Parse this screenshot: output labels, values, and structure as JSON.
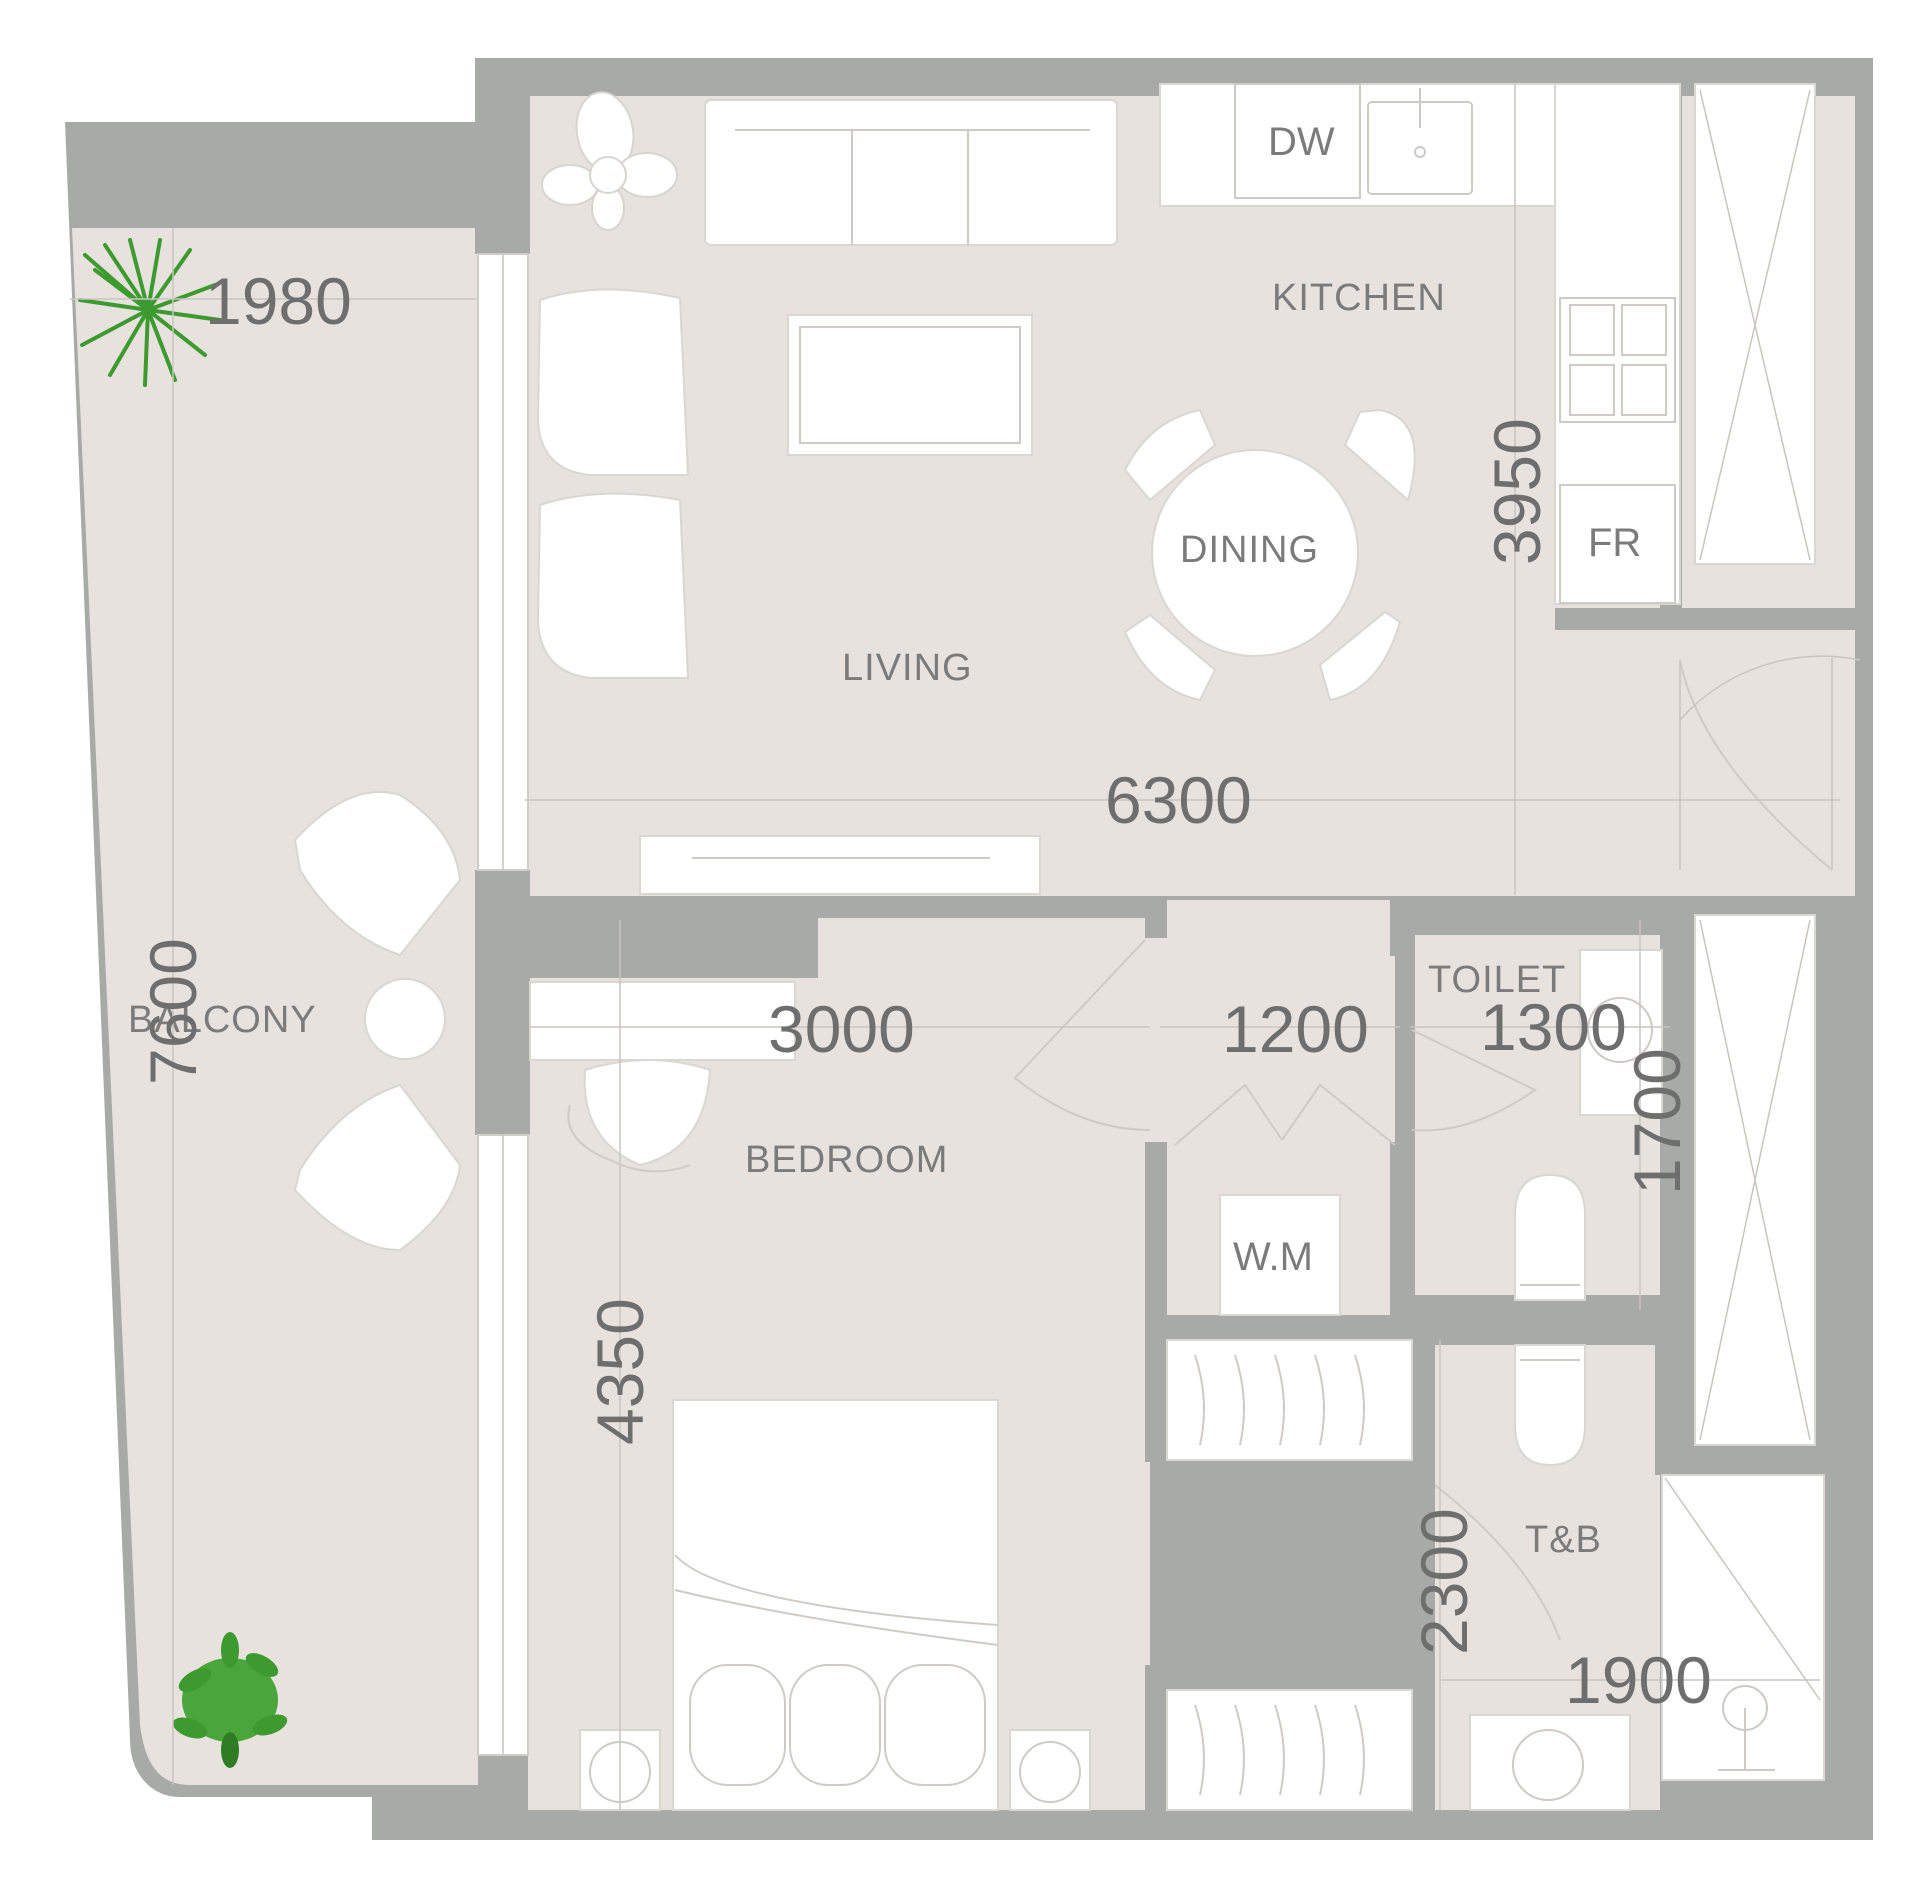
{
  "rooms": {
    "kitchen": "KITCHEN",
    "dining": "DINING",
    "living": "LIVING",
    "balcony": "BALCONY",
    "bedroom": "BEDROOM",
    "toilet": "TOILET",
    "tb": "T&B"
  },
  "appliances": {
    "dishwasher": "DW",
    "fridge": "FR",
    "washing_machine": "W.M"
  },
  "dimensions": {
    "balcony_width": "1980",
    "balcony_length": "7600",
    "kitchen_depth": "3950",
    "living_width": "6300",
    "bedroom_width": "3000",
    "corridor_width": "1200",
    "toilet_width": "1300",
    "toilet_depth": "1700",
    "bedroom_depth": "4350",
    "tb_depth": "2300",
    "tb_width": "1900"
  },
  "colors": {
    "wall": "#a8aaa8",
    "floor": "#e7e2de",
    "furniture": "#ffffff",
    "plant": "#3c9a2e"
  }
}
